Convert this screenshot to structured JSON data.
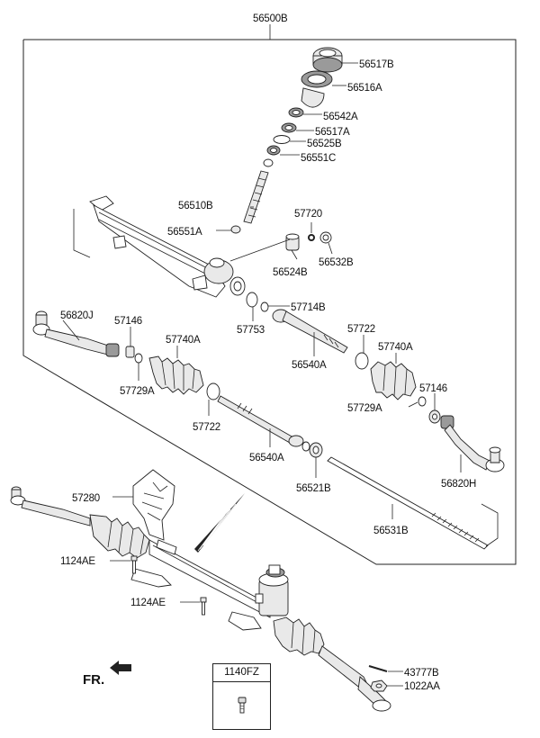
{
  "assembly_label": "56500B",
  "labels": {
    "56517B": "56517B",
    "56516A": "56516A",
    "56542A": "56542A",
    "56517A": "56517A",
    "56525B": "56525B",
    "56551C": "56551C",
    "56510B": "56510B",
    "57720": "57720",
    "56551A": "56551A",
    "56532B": "56532B",
    "56524B": "56524B",
    "56820J": "56820J",
    "57714B": "57714B",
    "57146_left": "57146",
    "57753": "57753",
    "57722_right": "57722",
    "57740A_left": "57740A",
    "57740A_right": "57740A",
    "56540A_top": "56540A",
    "57729A_left": "57729A",
    "57146_right": "57146",
    "57729A_right": "57729A",
    "57722_left": "57722",
    "56540A_bottom": "56540A",
    "56820H": "56820H",
    "56521B": "56521B",
    "57280": "57280",
    "56531B": "56531B",
    "1124AE_upper": "1124AE",
    "1124AE_lower": "1124AE",
    "43777B": "43777B",
    "1022AA": "1022AA"
  },
  "inset": {
    "title": "1140FZ"
  },
  "direction_label": "FR."
}
